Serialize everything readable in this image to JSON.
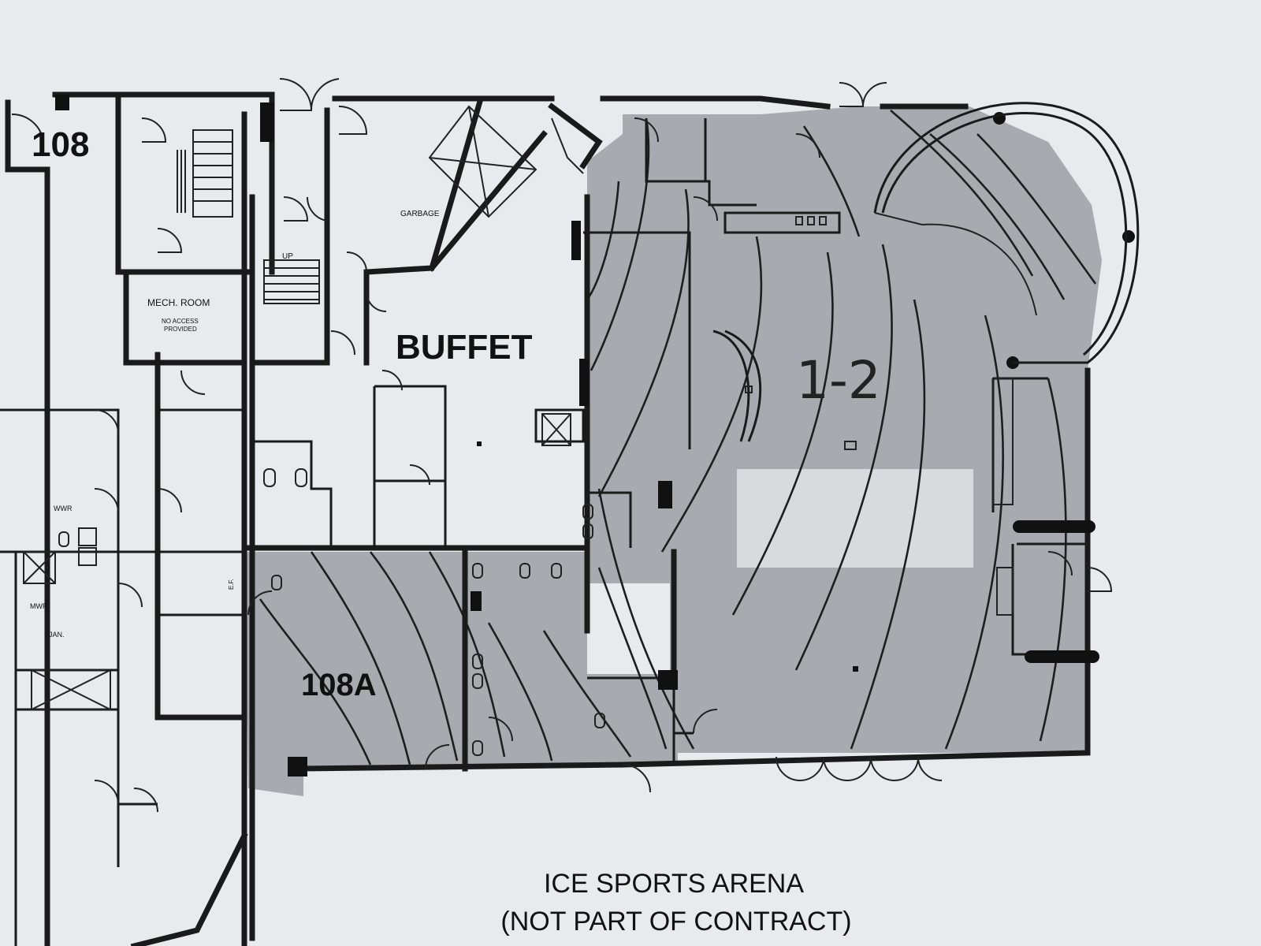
{
  "labels": {
    "room_108": "108",
    "stair_up": "UP",
    "garbage": "GARBAGE",
    "mech_room": "MECH. ROOM",
    "mech_note_1": "NO ACCESS",
    "mech_note_2": "PROVIDED",
    "buffet": "BUFFET",
    "unit_1_2": "1-2",
    "room_108a": "108A",
    "wwr": "WWR",
    "mwr": "MWR",
    "jan": "JAN.",
    "ef": "E.F.",
    "arena_line_1": "ICE SPORTS ARENA",
    "arena_line_2": "(NOT PART OF CONTRACT)"
  },
  "colors": {
    "paper": "#e9eaee",
    "wall": "#1a1a1a",
    "shaded_unit": "#a9aab0"
  }
}
